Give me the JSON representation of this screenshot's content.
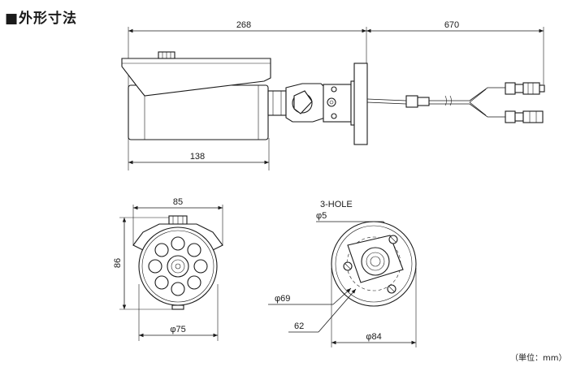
{
  "title": "■外形寸法",
  "unit_note": "（単位：mm）",
  "side_view": {
    "length": "268",
    "cable": "670",
    "body_length": "138"
  },
  "front_view": {
    "width": "85",
    "height": "86",
    "lens_diameter": "φ75"
  },
  "mount_view": {
    "hole_label": "3-HOLE",
    "hole_diameter": "φ5",
    "pcd": "φ69",
    "dim_62": "62",
    "base_diameter": "φ84"
  }
}
